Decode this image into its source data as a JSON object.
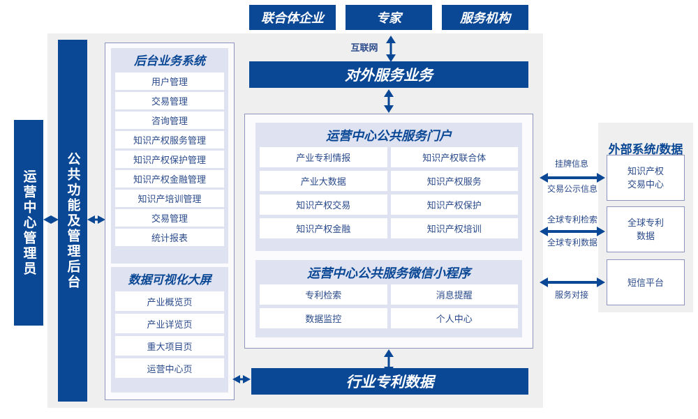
{
  "top_actors": [
    {
      "label": "联合体企业"
    },
    {
      "label": "专家"
    },
    {
      "label": "服务机构"
    }
  ],
  "internet_label": "互联网",
  "external_service_bar": "对外服务业务",
  "industry_data_bar": "行业专利数据",
  "left_columns": [
    {
      "label": "运营中心管理员"
    },
    {
      "label": "公共功能及管理后台"
    }
  ],
  "backoffice": {
    "title": "后台业务系统",
    "items": [
      "用户管理",
      "交易管理",
      "咨询管理",
      "知识产权服务管理",
      "知识产权保护管理",
      "知识产权金融管理",
      "知识产培训管理",
      "交易管理",
      "统计报表"
    ]
  },
  "visualization": {
    "title": "数据可视化大屏",
    "items": [
      "产业概览页",
      "产业详览页",
      "重大项目页",
      "运营中心页"
    ]
  },
  "portal": {
    "title": "运营中心公共服务门户",
    "items": [
      "产业专利情报",
      "知识产权联合体",
      "产业大数据",
      "知识产权服务",
      "知识产权交易",
      "知识产权保护",
      "知识产权金融",
      "知识产权培训"
    ]
  },
  "miniprogram": {
    "title": "运营中心公共服务微信小程序",
    "items": [
      "专利检索",
      "消息提醒",
      "数据监控",
      "个人中心"
    ]
  },
  "external": {
    "title": "外部系统/数据",
    "systems": [
      {
        "label": "知识产权\n交易中心"
      },
      {
        "label": "全球专利\n数据"
      },
      {
        "label": "短信平台"
      }
    ],
    "connectors": [
      {
        "above": "挂牌信息",
        "below": "交易公示信息"
      },
      {
        "above": "全球专利检索",
        "below": "全球专利数据"
      },
      {
        "above": "",
        "below": "服务对接"
      }
    ]
  },
  "colors": {
    "navy": "#0a4795",
    "panel_gray": "#efefef",
    "group_lavender": "#dee2f1",
    "cell_text": "#2a4a8b",
    "border_blue": "#8c93bd"
  }
}
